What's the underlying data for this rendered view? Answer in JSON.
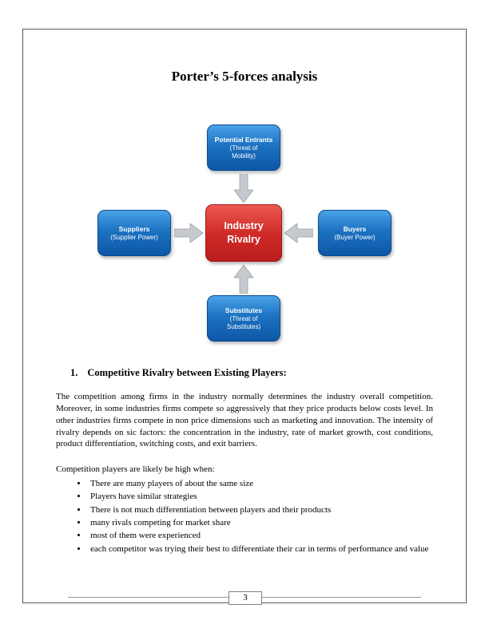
{
  "page": {
    "title": "Porter’s 5-forces analysis",
    "page_number": "3"
  },
  "diagram": {
    "center": {
      "line1": "Industry",
      "line2": "Rivalry"
    },
    "top": {
      "title": "Potential Entrants",
      "sub1": "(Threat of",
      "sub2": "Mobility)"
    },
    "left": {
      "title": "Suppliers",
      "sub": "(Supplier Power)"
    },
    "right": {
      "title": "Buyers",
      "sub": "(Buyer Power)"
    },
    "bottom": {
      "title": "Substitutes",
      "sub1": "(Threat of",
      "sub2": "Substitutes)"
    }
  },
  "section": {
    "heading_number": "1.",
    "heading_text": "Competitive Rivalry between Existing Players:",
    "paragraph1": "The competition among firms in the industry normally determines the industry overall competition. Moreover, in some industries firms compete so aggressively that they price products below costs level. In other industries firms compete in non price dimensions such as marketing and innovation. The intensity of rivalry depends on sic factors: the concentration in the industry, rate of market growth, cost conditions, product differentiation, switching costs, and exit barriers.",
    "paragraph2": "Competition players are likely be high when:",
    "bullets": [
      "There are many players of about the same size",
      "Players have similar strategies",
      "There is not much differentiation between players and their products",
      "many rivals competing for market share",
      "most of them were experienced",
      "each competitor was trying their best to differentiate their car in terms of performance and value"
    ]
  }
}
